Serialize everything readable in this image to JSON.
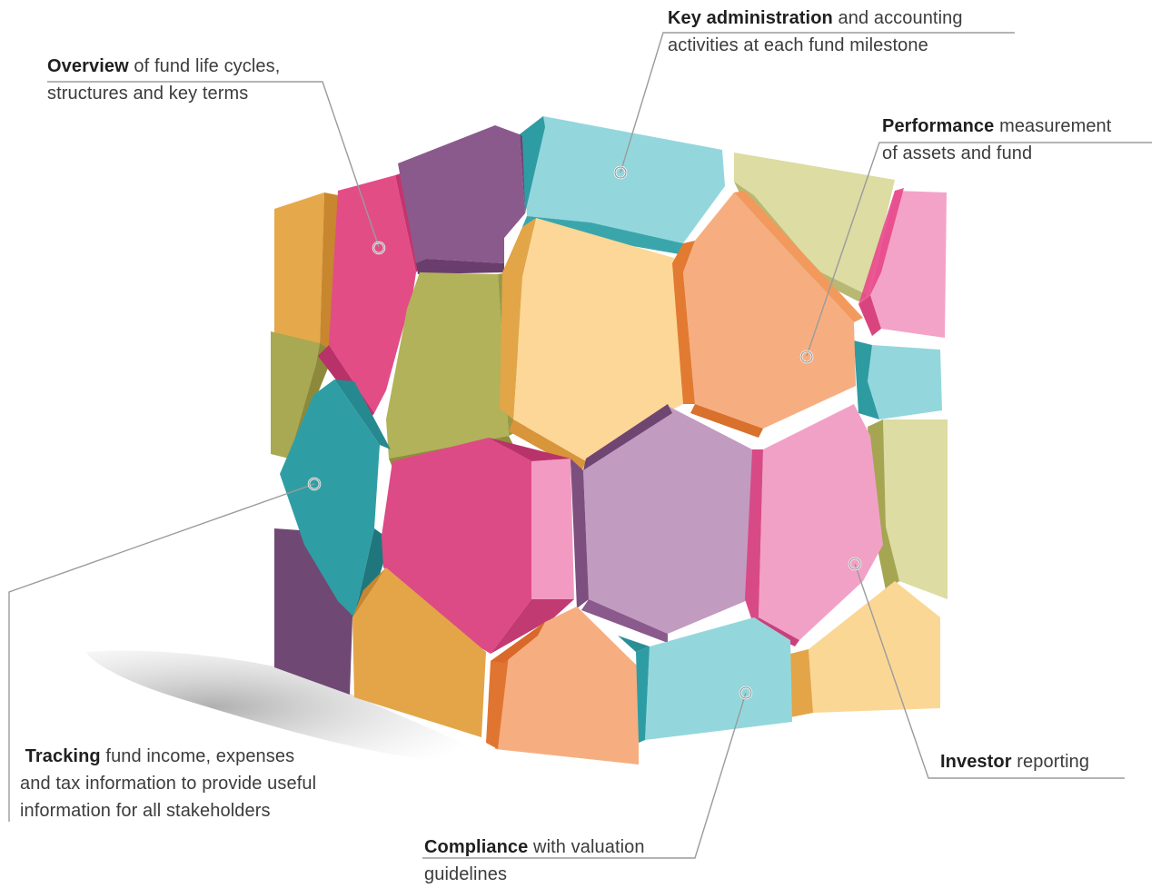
{
  "callouts": {
    "overview": {
      "bold": "Overview",
      "rest1": "of fund life cycles,",
      "line2": "structures and key terms"
    },
    "key_admin": {
      "bold": "Key administration",
      "rest1": "and accounting",
      "line2": "activities at each fund milestone"
    },
    "performance": {
      "bold": "Performance",
      "rest1": "measurement",
      "line2": "of assets and fund"
    },
    "tracking": {
      "bold": "Tracking",
      "rest1": "fund income, expenses",
      "line2": "and tax information to provide useful",
      "line3": "information for all stakeholders"
    },
    "compliance": {
      "bold": "Compliance",
      "rest1": "with valuation",
      "line2": "guidelines"
    },
    "investor": {
      "bold": "Investor",
      "rest1": "reporting"
    }
  },
  "colors": {
    "orange": "#e5a84a",
    "magenta": "#e24d86",
    "purple": "#8b5a8c",
    "teal": "#2f9ea4",
    "light_teal": "#93d7dd",
    "khaki": "#dcdca3",
    "olive": "#b2b25a",
    "light_orange": "#fbd796",
    "peach": "#f6ae80",
    "pink": "#f2a1c6",
    "lavender": "#c39bc1",
    "leader_line": "#9b9b9b"
  }
}
